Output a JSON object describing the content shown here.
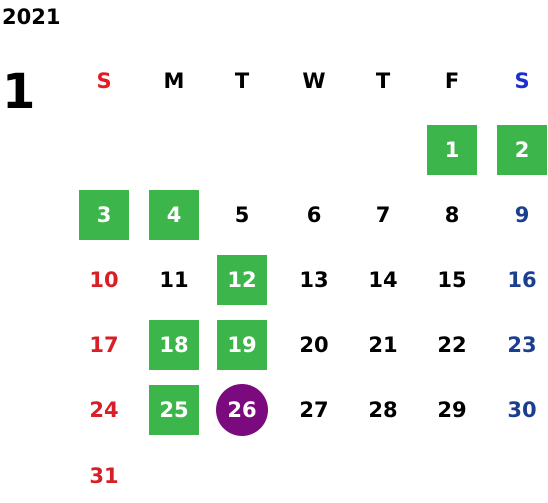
{
  "year": "2021",
  "month": "1",
  "weekdays": [
    {
      "label": "S",
      "color": "#e31b23"
    },
    {
      "label": "M",
      "color": "#000000"
    },
    {
      "label": "T",
      "color": "#000000"
    },
    {
      "label": "W",
      "color": "#000000"
    },
    {
      "label": "T",
      "color": "#000000"
    },
    {
      "label": "F",
      "color": "#000000"
    },
    {
      "label": "S",
      "color": "#1a2fd1"
    }
  ],
  "colors": {
    "highlight_green": "#3cb54a",
    "today_purple": "#7b0a7e",
    "sunday_red": "#d61f26",
    "saturday_blue": "#1b3f8f"
  },
  "days": [
    {
      "day": "1",
      "weekday": 5,
      "week": 0,
      "highlight": "green"
    },
    {
      "day": "2",
      "weekday": 6,
      "week": 0,
      "highlight": "green"
    },
    {
      "day": "3",
      "weekday": 0,
      "week": 1,
      "highlight": "green"
    },
    {
      "day": "4",
      "weekday": 1,
      "week": 1,
      "highlight": "green"
    },
    {
      "day": "5",
      "weekday": 2,
      "week": 1,
      "highlight": "none"
    },
    {
      "day": "6",
      "weekday": 3,
      "week": 1,
      "highlight": "none"
    },
    {
      "day": "7",
      "weekday": 4,
      "week": 1,
      "highlight": "none"
    },
    {
      "day": "8",
      "weekday": 5,
      "week": 1,
      "highlight": "none"
    },
    {
      "day": "9",
      "weekday": 6,
      "week": 1,
      "highlight": "none"
    },
    {
      "day": "10",
      "weekday": 0,
      "week": 2,
      "highlight": "none"
    },
    {
      "day": "11",
      "weekday": 1,
      "week": 2,
      "highlight": "none"
    },
    {
      "day": "12",
      "weekday": 2,
      "week": 2,
      "highlight": "green"
    },
    {
      "day": "13",
      "weekday": 3,
      "week": 2,
      "highlight": "none"
    },
    {
      "day": "14",
      "weekday": 4,
      "week": 2,
      "highlight": "none"
    },
    {
      "day": "15",
      "weekday": 5,
      "week": 2,
      "highlight": "none"
    },
    {
      "day": "16",
      "weekday": 6,
      "week": 2,
      "highlight": "none"
    },
    {
      "day": "17",
      "weekday": 0,
      "week": 3,
      "highlight": "none"
    },
    {
      "day": "18",
      "weekday": 1,
      "week": 3,
      "highlight": "green"
    },
    {
      "day": "19",
      "weekday": 2,
      "week": 3,
      "highlight": "green"
    },
    {
      "day": "20",
      "weekday": 3,
      "week": 3,
      "highlight": "none"
    },
    {
      "day": "21",
      "weekday": 4,
      "week": 3,
      "highlight": "none"
    },
    {
      "day": "22",
      "weekday": 5,
      "week": 3,
      "highlight": "none"
    },
    {
      "day": "23",
      "weekday": 6,
      "week": 3,
      "highlight": "none"
    },
    {
      "day": "24",
      "weekday": 0,
      "week": 4,
      "highlight": "none"
    },
    {
      "day": "25",
      "weekday": 1,
      "week": 4,
      "highlight": "green"
    },
    {
      "day": "26",
      "weekday": 2,
      "week": 4,
      "highlight": "today"
    },
    {
      "day": "27",
      "weekday": 3,
      "week": 4,
      "highlight": "none"
    },
    {
      "day": "28",
      "weekday": 4,
      "week": 4,
      "highlight": "none"
    },
    {
      "day": "29",
      "weekday": 5,
      "week": 4,
      "highlight": "none"
    },
    {
      "day": "30",
      "weekday": 6,
      "week": 4,
      "highlight": "none"
    },
    {
      "day": "31",
      "weekday": 0,
      "week": 5,
      "highlight": "none"
    }
  ]
}
